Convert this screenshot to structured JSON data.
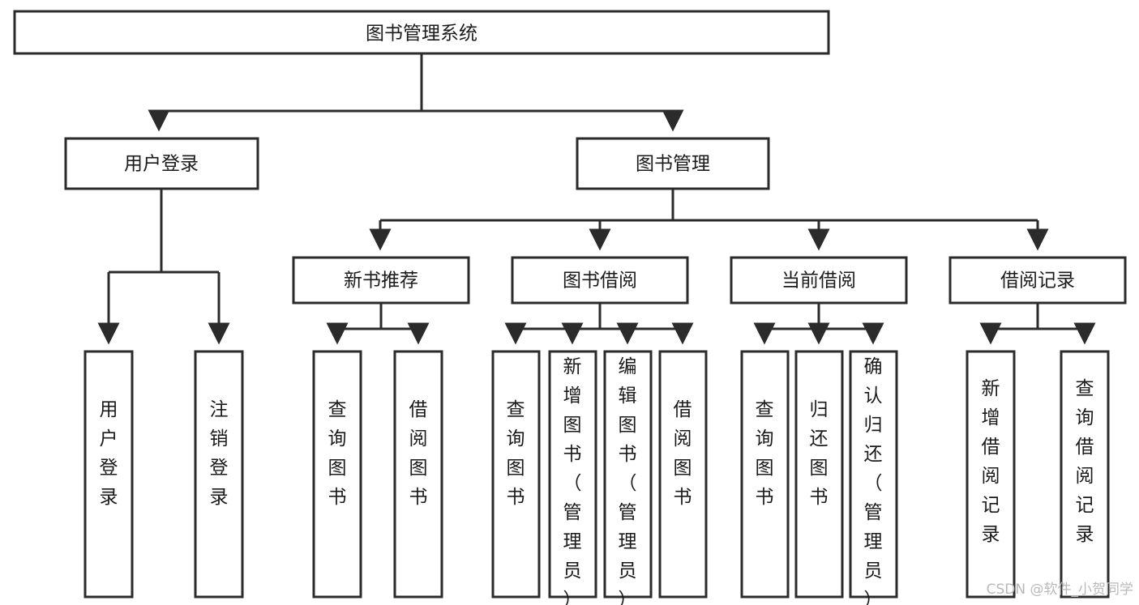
{
  "diagram": {
    "title": "图书管理系统",
    "type": "tree-hierarchy-diagram",
    "colors": {
      "stroke": "#2b2b2b",
      "node_fill": "#ffffff",
      "text": "#1a1a1a",
      "background": "#ffffff",
      "watermark": "#b9b9b9"
    },
    "root": {
      "label": "图书管理系统"
    },
    "level2": [
      {
        "label": "用户登录"
      },
      {
        "label": "图书管理"
      }
    ],
    "level3": [
      {
        "label": "新书推荐"
      },
      {
        "label": "图书借阅"
      },
      {
        "label": "当前借阅"
      },
      {
        "label": "借阅记录"
      }
    ],
    "leaves": {
      "user_login": [
        {
          "label": "用户登录"
        },
        {
          "label": "注销登录"
        }
      ],
      "new_book_recommend": [
        {
          "label": "查询图书"
        },
        {
          "label": "借阅图书"
        }
      ],
      "book_borrow": [
        {
          "label": "查询图书"
        },
        {
          "label": "新增图书（管理员）"
        },
        {
          "label": "编辑图书（管理员）"
        },
        {
          "label": "借阅图书"
        }
      ],
      "current_borrow": [
        {
          "label": "查询图书"
        },
        {
          "label": "归还图书"
        },
        {
          "label": "确认归还（管理员）"
        }
      ],
      "borrow_record": [
        {
          "label": "新增借阅记录"
        },
        {
          "label": "查询借阅记录"
        }
      ]
    }
  },
  "watermark": {
    "text": "CSDN @软件_小贺同学"
  }
}
